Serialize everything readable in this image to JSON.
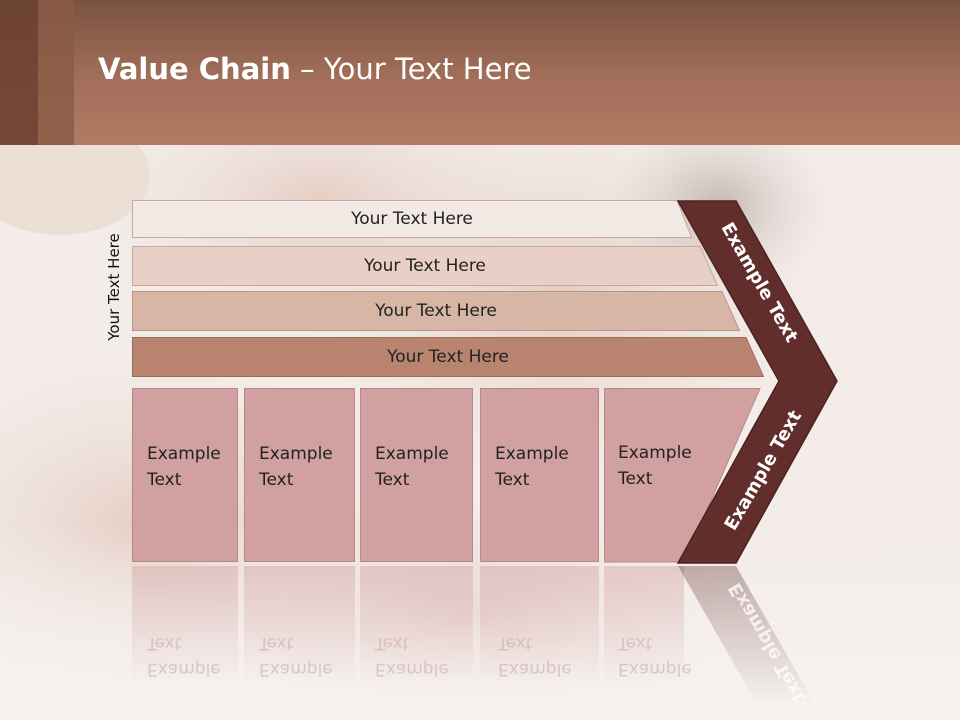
{
  "title": {
    "bold": "Value Chain",
    "rest": " – Your Text Here"
  },
  "side_label": "Your Text Here",
  "bars": [
    {
      "label": "Your Text Here",
      "color": "#f2e8e4"
    },
    {
      "label": "Your Text Here",
      "color": "#e8d0c6"
    },
    {
      "label": "Your Text Here",
      "color": "#d8b6a6"
    },
    {
      "label": "Your Text Here",
      "color": "#b88470"
    }
  ],
  "columns": [
    {
      "line1": "Example",
      "line2": "Text"
    },
    {
      "line1": "Example",
      "line2": "Text"
    },
    {
      "line1": "Example",
      "line2": "Text"
    },
    {
      "line1": "Example",
      "line2": "Text"
    },
    {
      "line1": "Example",
      "line2": "Text"
    }
  ],
  "chevron": {
    "top_label": "Example Text",
    "bottom_label": "Example Text",
    "color": "#612e2c"
  },
  "colors": {
    "header": "#a26f5a",
    "column_fill": "#d1a1a1"
  }
}
